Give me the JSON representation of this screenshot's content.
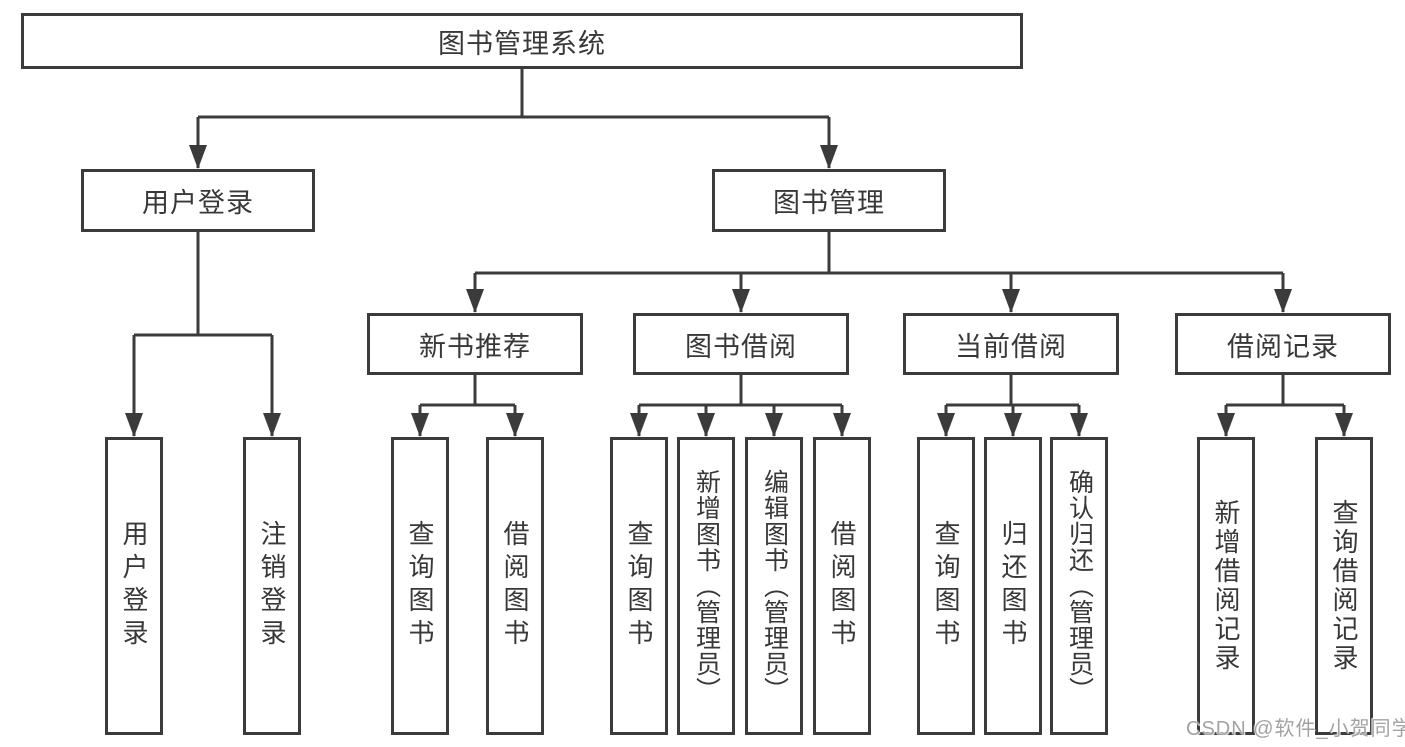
{
  "diagram": {
    "root": {
      "label": "图书管理系统"
    },
    "level2": [
      {
        "label": "用户登录"
      },
      {
        "label": "图书管理"
      }
    ],
    "level3": [
      {
        "label": "新书推荐"
      },
      {
        "label": "图书借阅"
      },
      {
        "label": "当前借阅"
      },
      {
        "label": "借阅记录"
      }
    ],
    "leaves": {
      "user_login": [
        "用户登录",
        "注销登录"
      ],
      "new_book": [
        "查询图书",
        "借阅图书"
      ],
      "book_borrow": [
        "查询图书",
        "新增图书（管理员）",
        "编辑图书（管理员）",
        "借阅图书"
      ],
      "current_borrow": [
        "查询图书",
        "归还图书",
        "确认归还（管理员）"
      ],
      "borrow_record": [
        "新增借阅记录",
        "查询借阅记录"
      ]
    }
  },
  "watermark": {
    "text": "CSDN @软件_小贺同学"
  },
  "colors": {
    "line": "#3b3b3b",
    "text": "#383838",
    "watermark": "#a3a3a3",
    "background": "#ffffff"
  }
}
